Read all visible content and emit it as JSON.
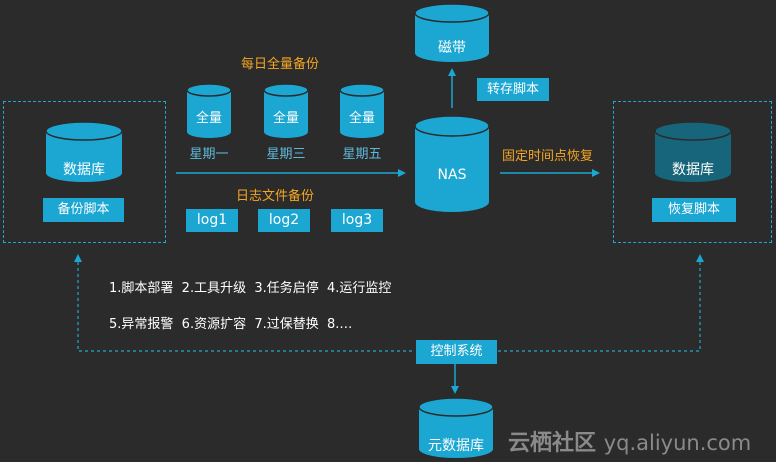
{
  "colors": {
    "background": "#2b2b2b",
    "accent": "#1ba7d2",
    "cylinder": "#1ba7d2",
    "cylinder_dark": "#17657a",
    "orange_text": "#f5a623",
    "dashed": "#1fa8c9"
  },
  "left_panel": {
    "db_label": "数据库",
    "script_label": "备份脚本"
  },
  "right_panel": {
    "db_label": "数据库",
    "script_label": "恢复脚本"
  },
  "daily_backup": {
    "title": "每日全量备份",
    "items": [
      {
        "cyl_label": "全量",
        "day": "星期一"
      },
      {
        "cyl_label": "全量",
        "day": "星期三"
      },
      {
        "cyl_label": "全量",
        "day": "星期五"
      }
    ]
  },
  "log_backup": {
    "title": "日志文件备份",
    "logs": [
      "log1",
      "log2",
      "log3"
    ]
  },
  "nas": {
    "label": "NAS"
  },
  "tape": {
    "label": "磁带",
    "transfer_script": "转存脚本"
  },
  "restore_arrow_label": "固定时间点恢复",
  "control": {
    "features_line1": "1.脚本部署  2.工具升级  3.任务启停  4.运行监控",
    "features_line2": "5.异常报警  6.资源扩容  7.过保替换  8.…",
    "system_label": "控制系统"
  },
  "meta_db": {
    "label": "元数据库"
  },
  "watermark": {
    "brand": "云栖社区",
    "domain": "yq.aliyun.com"
  }
}
